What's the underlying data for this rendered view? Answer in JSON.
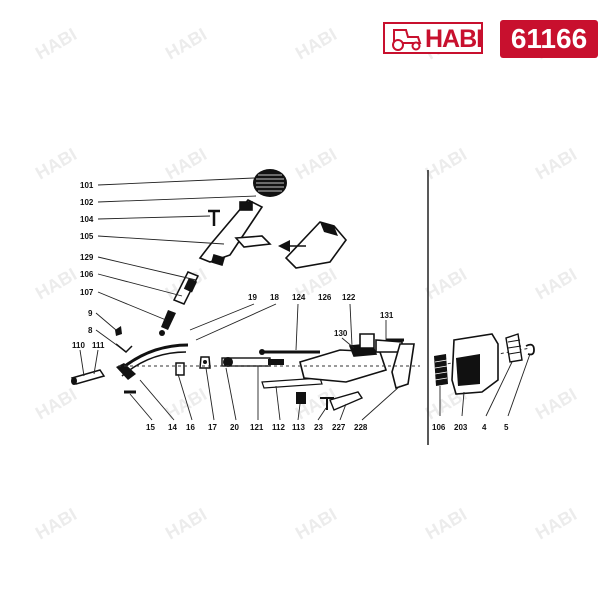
{
  "brand": {
    "logo_text": "HABI",
    "accent_color": "#c8102e"
  },
  "part_number": "61166",
  "watermark": {
    "text": "HABI"
  },
  "callouts": [
    "101",
    "102",
    "104",
    "105",
    "129",
    "106",
    "107",
    "9",
    "8",
    "110",
    "111",
    "15",
    "14",
    "16",
    "17",
    "20",
    "121",
    "112",
    "113",
    "23",
    "227",
    "228",
    "19",
    "18",
    "124",
    "126",
    "122",
    "130",
    "131",
    "106",
    "203",
    "4",
    "5"
  ],
  "icons": [
    "tractor-icon"
  ]
}
